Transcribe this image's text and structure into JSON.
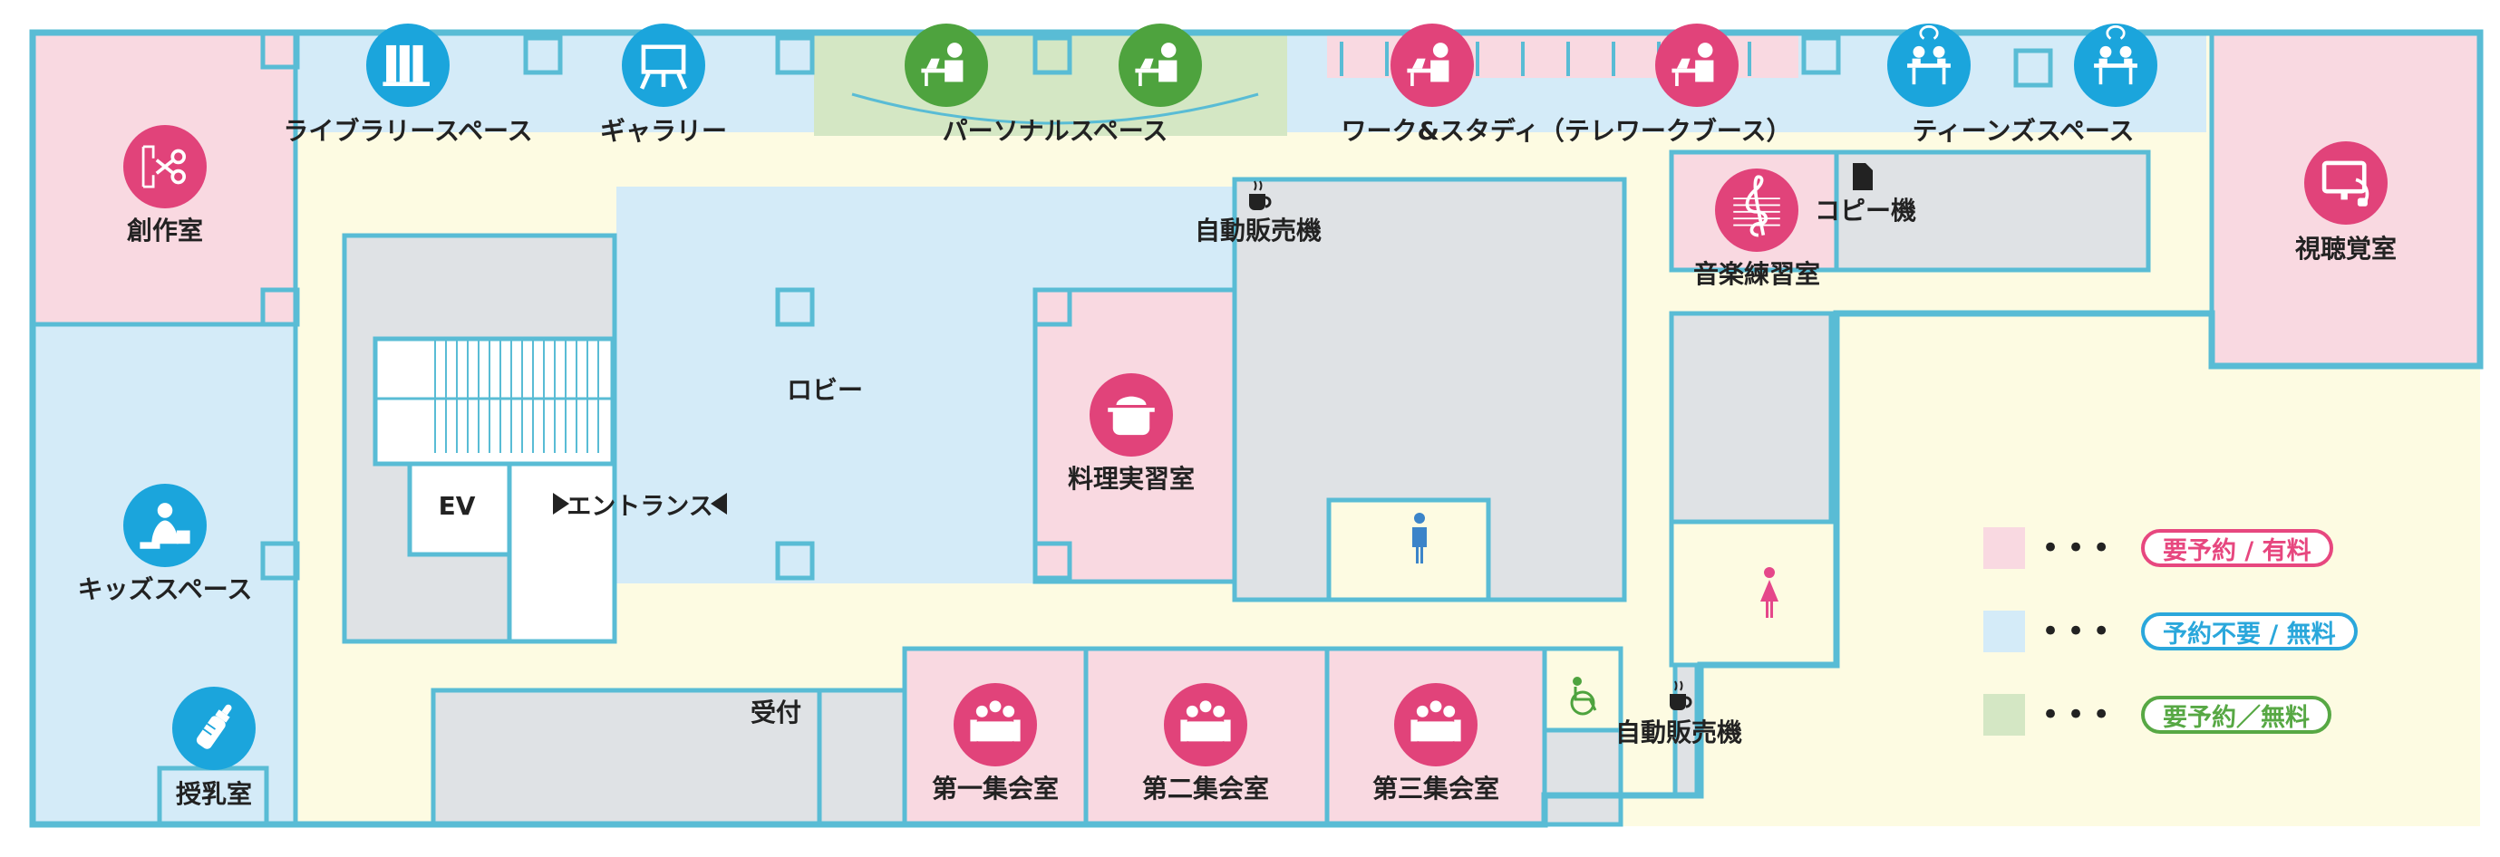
{
  "colors": {
    "pink": "#f9d9e1",
    "blue": "#d4ebf8",
    "green": "#d4e7c4",
    "cream": "#fdfbe2",
    "gray": "#dfe2e5",
    "wall": "#59bcd5",
    "pink_icon": "#e1437a",
    "blue_icon": "#1ba5dc",
    "green_icon": "#4ea33e",
    "pink_pill": "#e7477f",
    "blue_pill": "#2aa7db",
    "green_pill": "#57a844"
  },
  "rooms": {
    "library_space": "ライブラリースペース",
    "gallery": "ギャラリー",
    "personal_space": "パーソナルスペース",
    "work_study": "ワーク&スタディ（テレワークブース）",
    "teens_space": "ティーンズスペース",
    "creation_room": "創作室",
    "av_room": "視聴覚室",
    "vending_machine_top": "自動販売機",
    "copier": "コピー機",
    "music_room": "音楽練習室",
    "lobby": "ロビー",
    "cooking_room": "料理実習室",
    "ev": "EV",
    "entrance": "エントランス",
    "kids_space": "キッズスペース",
    "reception": "受付",
    "nursing_room": "授乳室",
    "meeting_room_1": "第一集会室",
    "meeting_room_2": "第二集会室",
    "meeting_room_3": "第三集会室",
    "vending_machine_bottom": "自動販売機"
  },
  "legend": [
    {
      "label": "要予約 / 有料",
      "color": "pink"
    },
    {
      "label": "予約不要 / 無料",
      "color": "blue"
    },
    {
      "label": "要予約／無料",
      "color": "green"
    }
  ],
  "legend_dots": "•••",
  "icons": {
    "books": "books-icon",
    "gallery": "easel-icon",
    "desk": "desk-person-icon",
    "table": "group-table-icon",
    "scissors": "scissors-icon",
    "monitor": "monitor-icon",
    "music": "treble-clef-icon",
    "pot": "cooking-pot-icon",
    "kids": "child-play-icon",
    "bottle": "baby-bottle-icon",
    "meeting": "meeting-icon",
    "cup": "cup-icon",
    "document": "document-icon",
    "man": "man-restroom-icon",
    "woman": "woman-restroom-icon",
    "wheelchair": "wheelchair-icon"
  }
}
